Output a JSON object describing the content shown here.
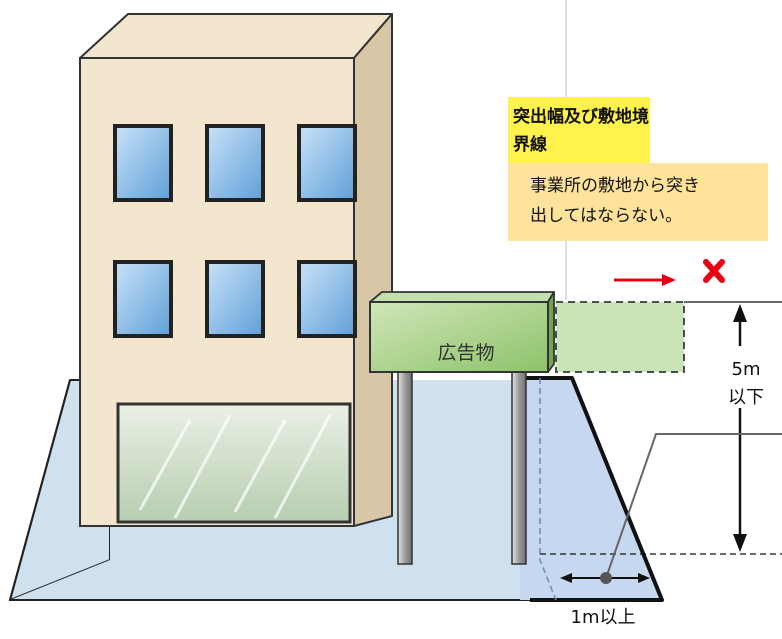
{
  "callout": {
    "title": "突出幅及び敷地境界線\nからの後退距離",
    "body": "事業所の敷地から突き\n出してはならない。"
  },
  "sign": {
    "label": "広告物"
  },
  "dimensions": {
    "height_limit": "5m\n以下",
    "setback": "1m以上"
  },
  "icons": {
    "forbidden": "cross-mark-icon",
    "direction": "right-arrow-icon"
  },
  "colors": {
    "building": "#f2e6cf",
    "window": "#8fc0ec",
    "ground": "#cfe0ef",
    "sign": "#a7cf8a",
    "callout_title_bg": "#fff24d",
    "callout_body_bg": "#ffe39a",
    "forbidden": "#e60012"
  }
}
